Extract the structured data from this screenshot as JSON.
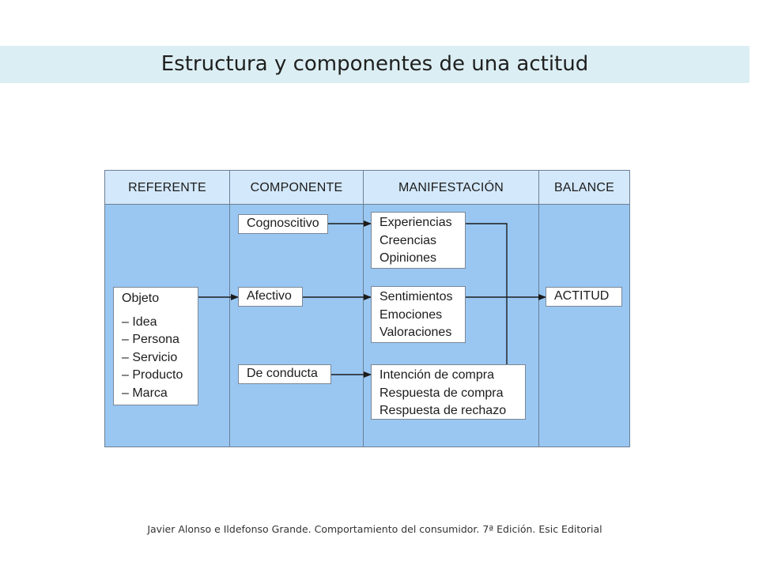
{
  "title": "Estructura y componentes de una actitud",
  "columns": [
    "REFERENTE",
    "COMPONENTE",
    "MANIFESTACIÓN",
    "BALANCE"
  ],
  "referente": {
    "title": "Objeto",
    "items": [
      "–  Idea",
      "–  Persona",
      "–  Servicio",
      "–  Producto",
      "–  Marca"
    ]
  },
  "componentes": [
    "Cognoscitivo",
    "Afectivo",
    "De conducta"
  ],
  "manifestaciones": [
    [
      "Experiencias",
      "Creencias",
      "Opiniones"
    ],
    [
      "Sentimientos",
      "Emociones",
      "Valoraciones"
    ],
    [
      "Intención de compra",
      "Respuesta de compra",
      "Respuesta de rechazo"
    ]
  ],
  "balance": "ACTITUD",
  "footer": "Javier Alonso e Ildefonso Grande. Comportamiento del consumidor. 7ª Edición. Esic Editorial",
  "colors": {
    "header": "#d3e8fa",
    "body": "#99c7f2",
    "title_bar": "#dbeef3"
  }
}
